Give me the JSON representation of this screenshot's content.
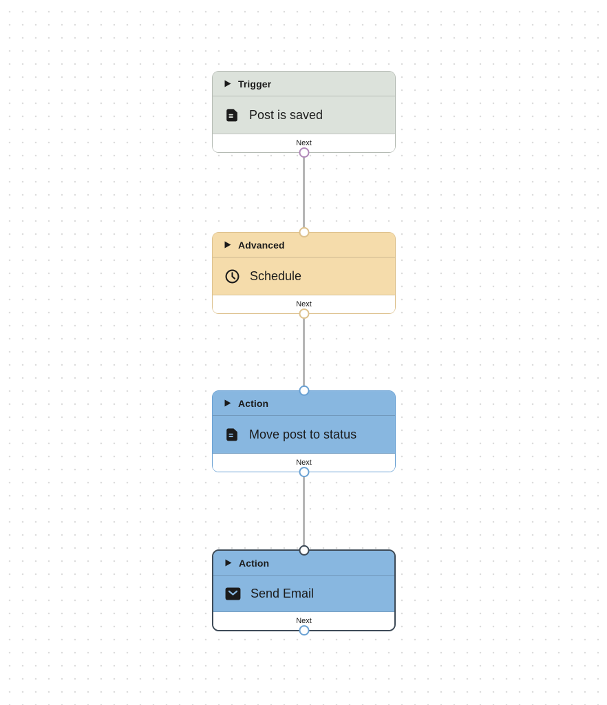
{
  "canvas": {
    "background_dot_color": "#dcdcdc",
    "edge_color": "#b5b5b5",
    "nodes": [
      {
        "kind": "trigger",
        "type_label": "Trigger",
        "title": "Post is saved",
        "header_icon": "play-triangle-icon",
        "title_icon": "document-icon",
        "footer_label": "Next",
        "selected": false,
        "colors": {
          "fill": "#dce2db",
          "border": "#b5bbb4",
          "output_port": "#b189b9"
        }
      },
      {
        "kind": "advanced",
        "type_label": "Advanced",
        "title": "Schedule",
        "header_icon": "play-triangle-icon",
        "title_icon": "clock-icon",
        "footer_label": "Next",
        "selected": false,
        "colors": {
          "fill": "#f5dcab",
          "border": "#ddc18d",
          "input_port": "#ddc18d",
          "output_port": "#ddc18d"
        }
      },
      {
        "kind": "action",
        "type_label": "Action",
        "title": "Move post to status",
        "header_icon": "play-triangle-icon",
        "title_icon": "document-icon",
        "footer_label": "Next",
        "selected": false,
        "colors": {
          "fill": "#88b7e0",
          "border": "#6aa1d3",
          "input_port": "#6aa1d3",
          "output_port": "#6aa1d3"
        }
      },
      {
        "kind": "action",
        "type_label": "Action",
        "title": "Send Email",
        "header_icon": "play-triangle-icon",
        "title_icon": "envelope-icon",
        "footer_label": "Next",
        "selected": true,
        "colors": {
          "fill": "#88b7e0",
          "border": "#3d4a57",
          "input_port": "#3d4a57",
          "output_port": "#6aa1d3"
        }
      }
    ],
    "edges": [
      {
        "from": 0,
        "to": 1
      },
      {
        "from": 1,
        "to": 2
      },
      {
        "from": 2,
        "to": 3
      }
    ]
  }
}
